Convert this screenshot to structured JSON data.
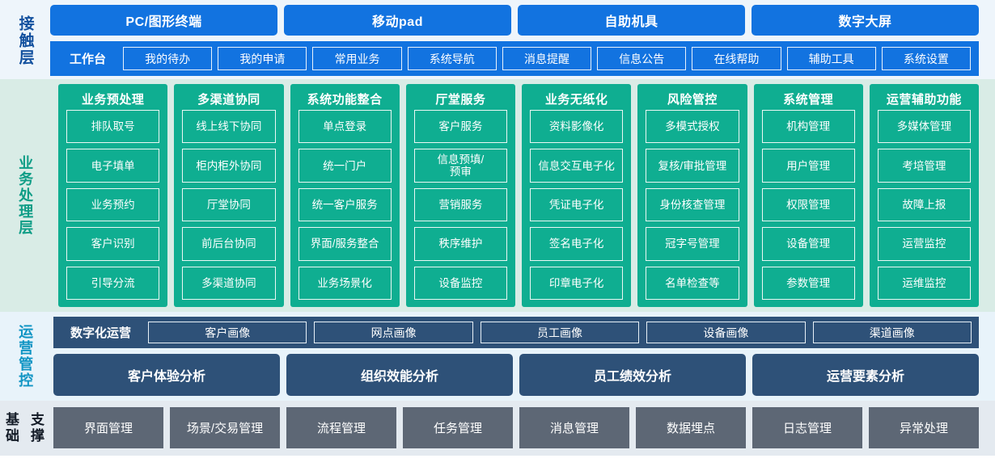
{
  "layers": {
    "contact": {
      "label": "接触层",
      "terminals": [
        "PC/图形终端",
        "移动pad",
        "自助机具",
        "数字大屏"
      ],
      "workbench_label": "工作台",
      "menu_items": [
        "我的待办",
        "我的申请",
        "常用业务",
        "系统导航",
        "消息提醒",
        "信息公告",
        "在线帮助",
        "辅助工具",
        "系统设置"
      ],
      "accent": "#1273e0",
      "band_bg": "#eef5fb",
      "label_color": "#12509e"
    },
    "business": {
      "label": "业务处理层",
      "accent": "#0fae91",
      "band_bg": "#d9ece6",
      "label_color": "#0e9d86",
      "columns": [
        {
          "title": "业务预处理",
          "items": [
            "排队取号",
            "电子填单",
            "业务预约",
            "客户识别",
            "引导分流"
          ]
        },
        {
          "title": "多渠道协同",
          "items": [
            "线上线下协同",
            "柜内柜外协同",
            "厅堂协同",
            "前后台协同",
            "多渠道协同"
          ]
        },
        {
          "title": "系统功能整合",
          "items": [
            "单点登录",
            "统一门户",
            "统一客户服务",
            "界面/服务整合",
            "业务场景化"
          ]
        },
        {
          "title": "厅堂服务",
          "items": [
            "客户服务",
            "信息预填/\n预审",
            "营销服务",
            "秩序维护",
            "设备监控"
          ]
        },
        {
          "title": "业务无纸化",
          "items": [
            "资料影像化",
            "信息交互电子化",
            "凭证电子化",
            "签名电子化",
            "印章电子化"
          ]
        },
        {
          "title": "风险管控",
          "items": [
            "多模式授权",
            "复核/审批管理",
            "身份核查管理",
            "冠字号管理",
            "名单检查等"
          ]
        },
        {
          "title": "系统管理",
          "items": [
            "机构管理",
            "用户管理",
            "权限管理",
            "设备管理",
            "参数管理"
          ]
        },
        {
          "title": "运营辅助功能",
          "items": [
            "多媒体管理",
            "考培管理",
            "故障上报",
            "运营监控",
            "运维监控"
          ]
        }
      ]
    },
    "operations": {
      "label": "运营管控",
      "accent": "#2e5178",
      "band_bg": "#e8f3fa",
      "label_color": "#1195c4",
      "digital_ops_label": "数字化运营",
      "portraits": [
        "客户画像",
        "网点画像",
        "员工画像",
        "设备画像",
        "渠道画像"
      ],
      "analyses": [
        "客户体验分析",
        "组织效能分析",
        "员工绩效分析",
        "运营要素分析"
      ]
    },
    "foundation": {
      "label": "基础\n支撑",
      "label_line1": "基础",
      "label_line2": "支撑",
      "accent": "#5d6775",
      "band_bg": "#e4eaf0",
      "label_color": "#121a26",
      "items": [
        "界面管理",
        "场景/交易管理",
        "流程管理",
        "任务管理",
        "消息管理",
        "数据埋点",
        "日志管理",
        "异常处理"
      ]
    }
  }
}
